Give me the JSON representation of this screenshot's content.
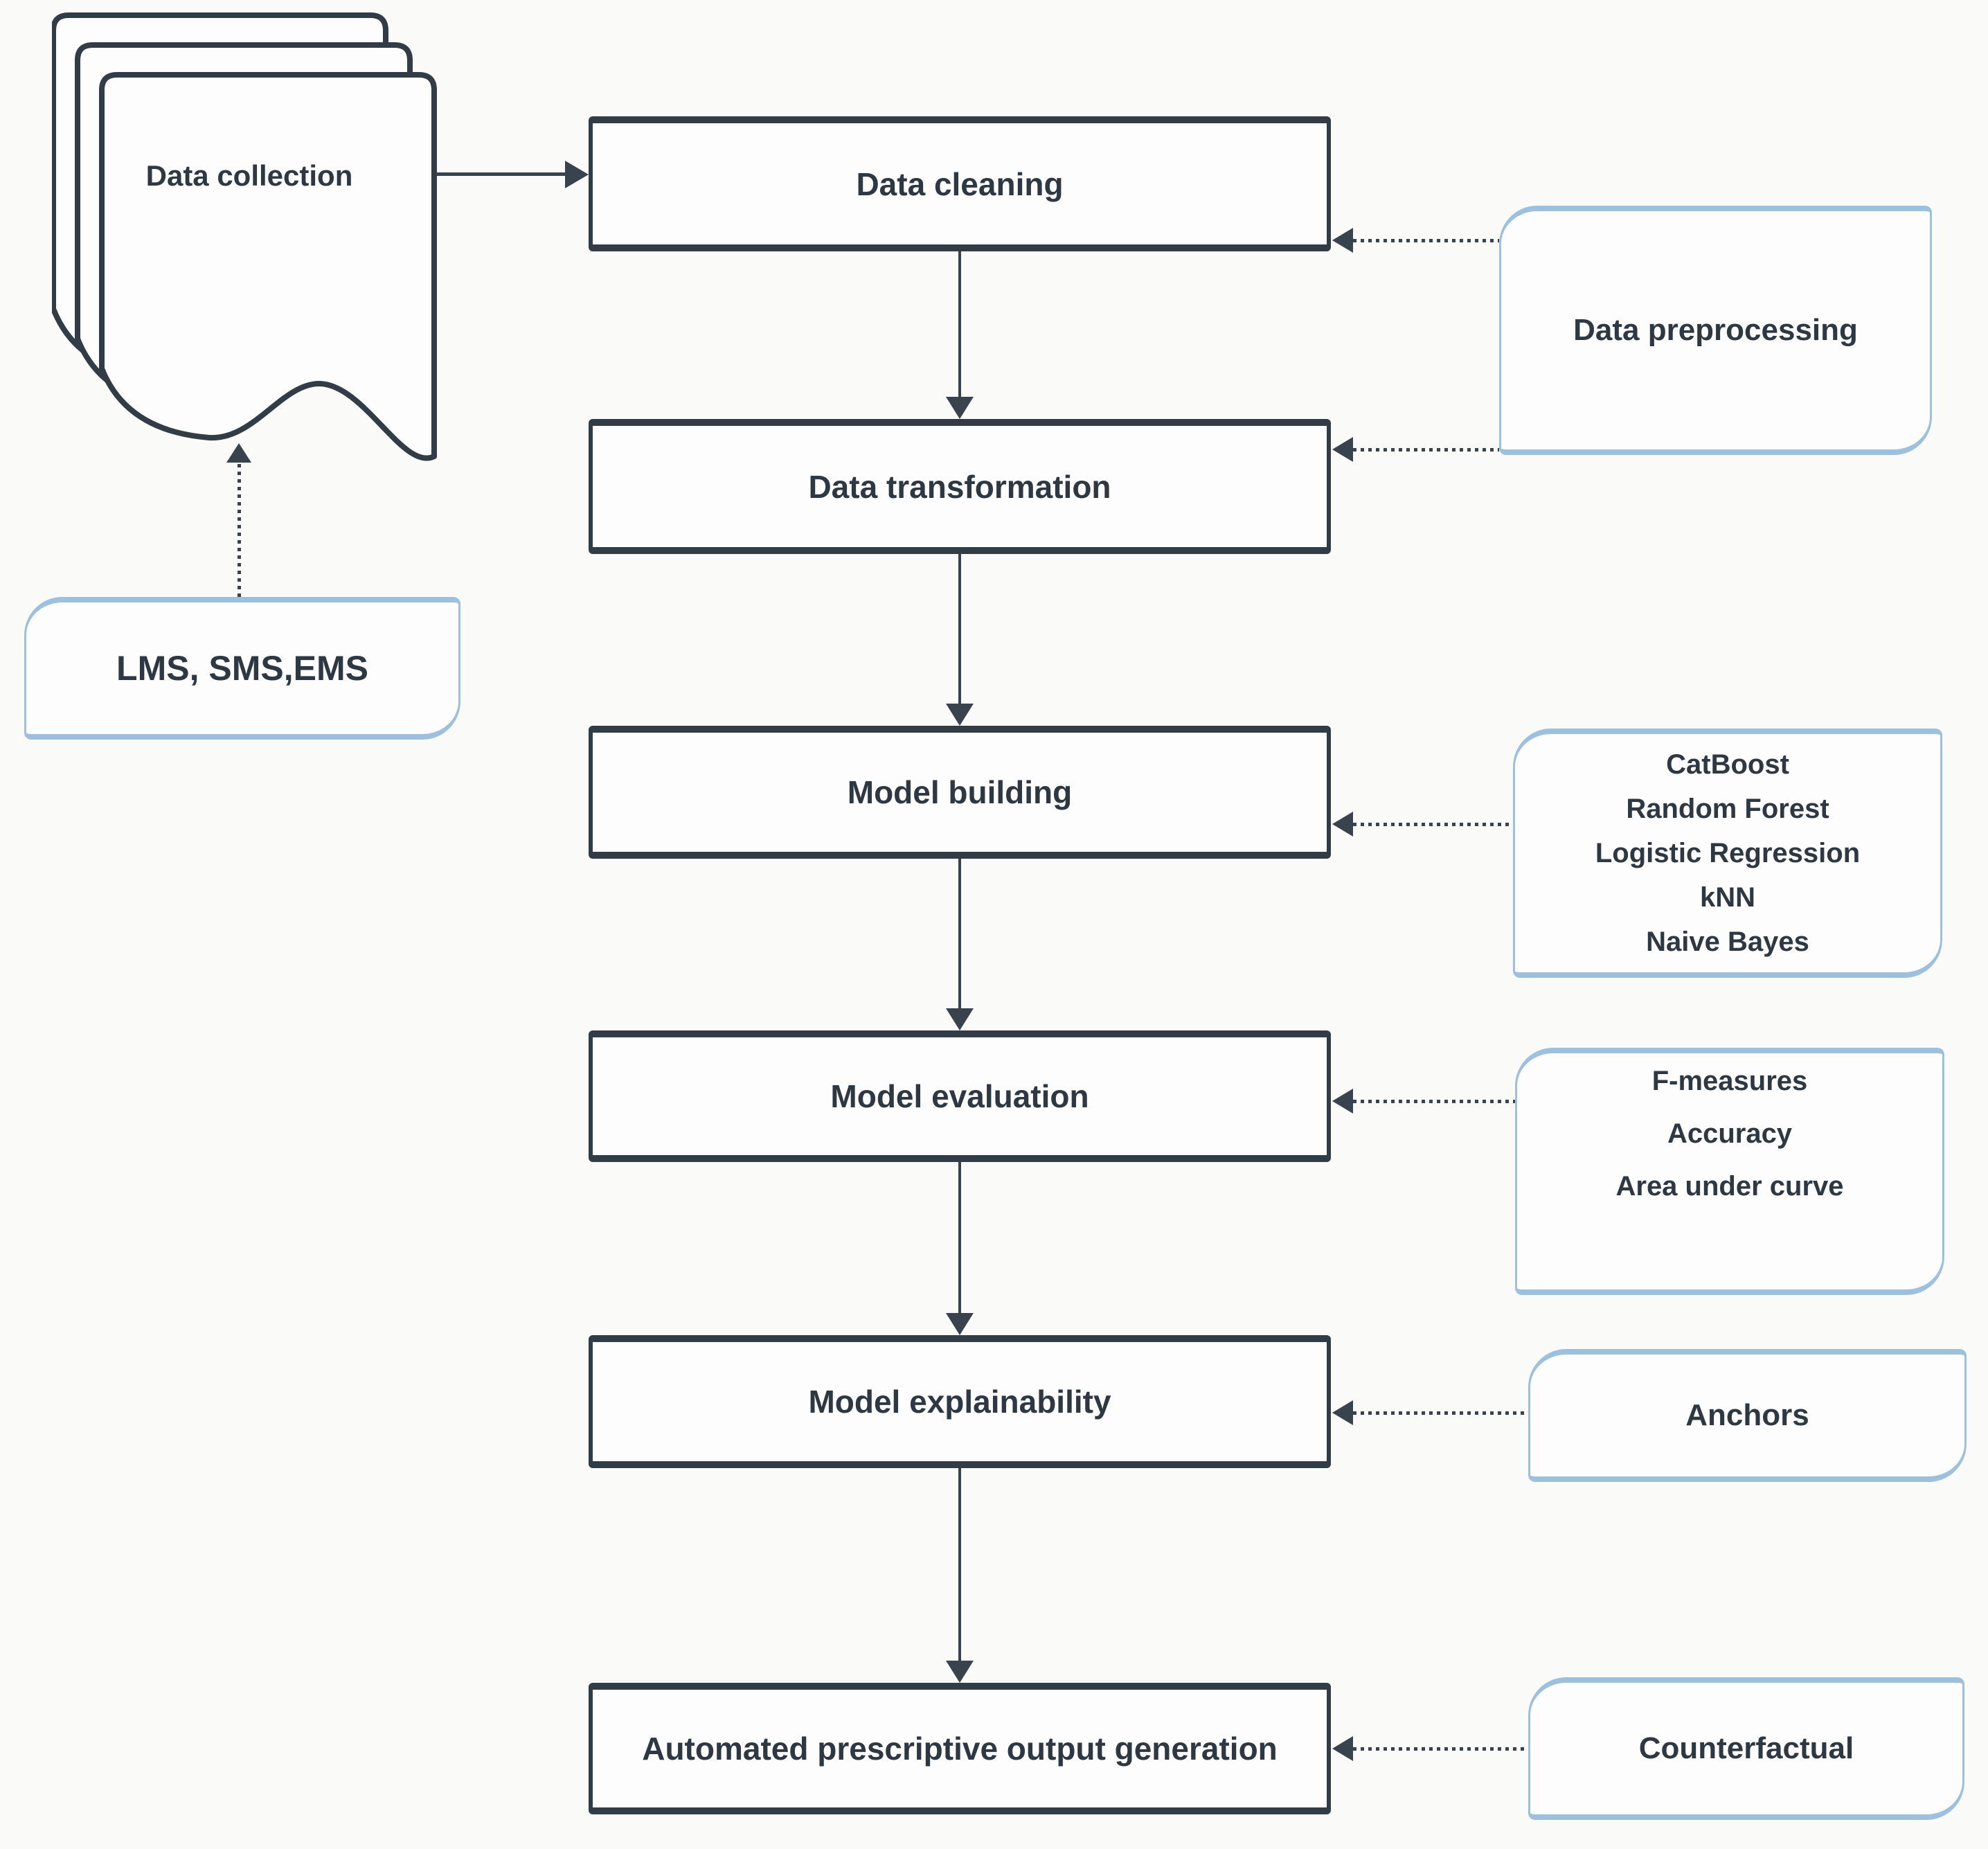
{
  "diagram": {
    "data_source": {
      "label": "Data collection",
      "shape": "document-stack"
    },
    "source_systems_note": {
      "label": "LMS, SMS,EMS"
    },
    "main_flow": [
      {
        "label": "Data cleaning"
      },
      {
        "label": "Data transformation"
      },
      {
        "label": "Model building"
      },
      {
        "label": "Model evaluation"
      },
      {
        "label": "Model explainability"
      },
      {
        "label": "Automated prescriptive output generation"
      }
    ],
    "annotations": [
      {
        "label": "Data preprocessing",
        "targets": [
          "Data cleaning",
          "Data transformation"
        ]
      },
      {
        "lines": [
          "CatBoost",
          "Random Forest",
          "Logistic Regression",
          "kNN",
          "Naive Bayes"
        ],
        "targets": [
          "Model building"
        ]
      },
      {
        "lines": [
          "F-measures",
          "Accuracy",
          "Area under curve"
        ],
        "targets": [
          "Model evaluation"
        ]
      },
      {
        "label": "Anchors",
        "targets": [
          "Model explainability"
        ]
      },
      {
        "label": "Counterfactual",
        "targets": [
          "Automated prescriptive output generation"
        ]
      }
    ],
    "colors": {
      "main_border": "#313c46",
      "arrow": "#38434d",
      "annotation_border": "#9cc0de",
      "text": "#2d3843",
      "background": "#fafbf9",
      "box_fill": "#fdfdfd"
    }
  }
}
